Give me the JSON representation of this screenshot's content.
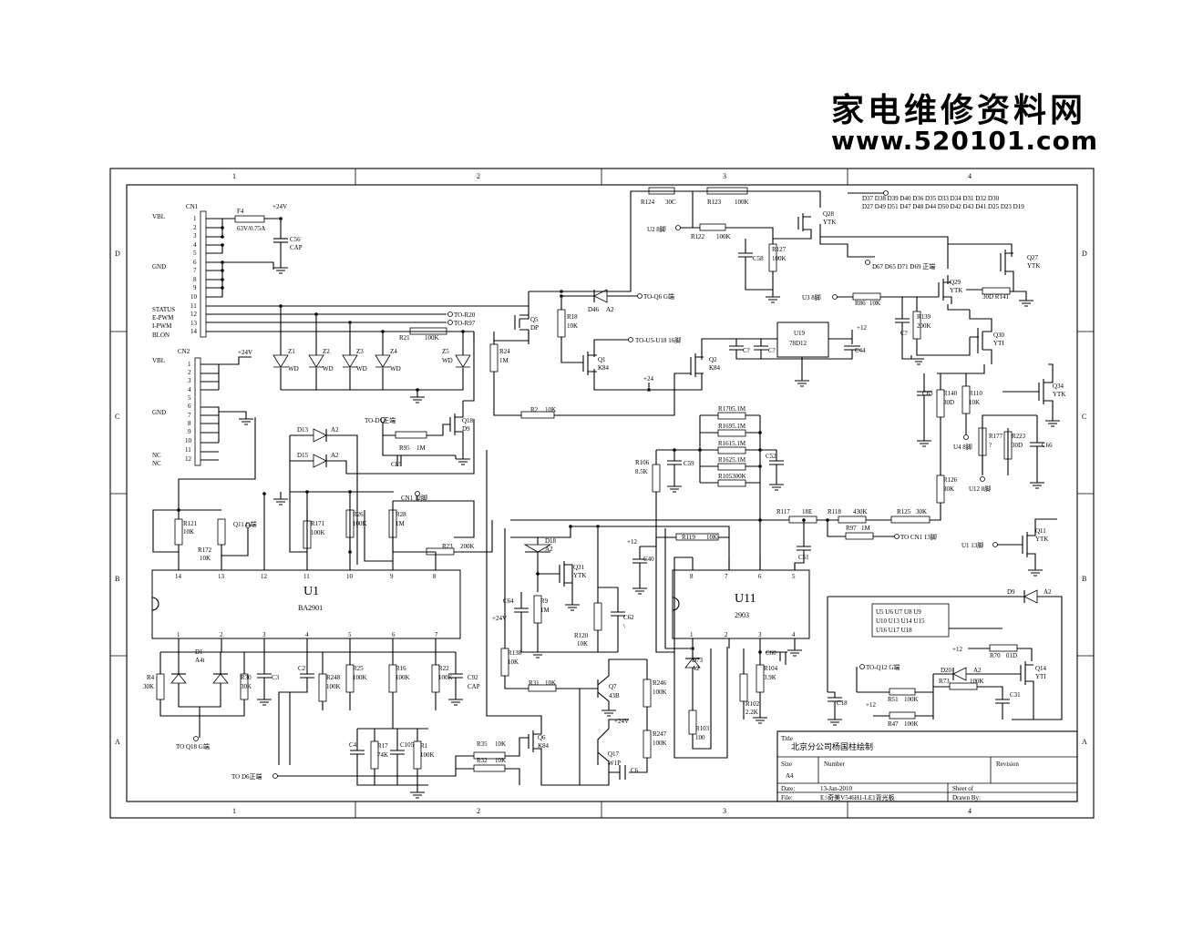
{
  "brand": {
    "name_cn": "家电维修资料网",
    "url": "www.520101.com"
  },
  "frame": {
    "columns": [
      "1",
      "2",
      "3",
      "4"
    ],
    "rows": [
      "D",
      "C",
      "B",
      "A"
    ]
  },
  "title_block": {
    "title_label": "Title",
    "title": "北京分公司杨国柱绘制",
    "size_label": "Size",
    "size": "A4",
    "number_label": "Number",
    "revision_label": "Revision",
    "date_label": "Date:",
    "date": "13-Jan-2010",
    "sheet_label": "Sheet    of",
    "file_label": "File:",
    "file": "E:\\奇美V546H1-LE1背光板",
    "drawn_label": "Drawn By:"
  },
  "connectors": {
    "cn1": {
      "name": "CN1",
      "pins": [
        "1",
        "2",
        "3",
        "4",
        "5",
        "6",
        "7",
        "8",
        "9",
        "10",
        "11",
        "12",
        "13",
        "14"
      ],
      "labels": [
        "VBL",
        "GND",
        "STATUS",
        "E-PWM",
        "I-PWM",
        "BLON"
      ]
    },
    "cn2": {
      "name": "CN2",
      "pins": [
        "1",
        "2",
        "3",
        "4",
        "5",
        "6",
        "7",
        "8",
        "9",
        "10",
        "11",
        "12"
      ],
      "labels": [
        "VBL",
        "GND",
        "NC",
        "NC"
      ]
    }
  },
  "ics": {
    "u1": {
      "ref": "U1",
      "part": "BA2901",
      "top_pins": [
        "14",
        "13",
        "12",
        "11",
        "10",
        "9",
        "8"
      ],
      "bottom_pins": [
        "1",
        "2",
        "3",
        "4",
        "5",
        "6",
        "7"
      ]
    },
    "u11": {
      "ref": "U11",
      "part": "2903",
      "top_pins": [
        "8",
        "7",
        "6",
        "5"
      ],
      "bottom_pins": [
        "1",
        "2",
        "3",
        "4"
      ]
    },
    "u19": {
      "ref": "U19",
      "part": "78D12"
    }
  },
  "nets": {
    "to_r20": "TO-R20",
    "to_r97": "TO-R97",
    "to_q6_g": "TO-Q6  G端",
    "to_u5": "TO-U5-U18 16脚",
    "u2_8": "U2  8脚",
    "u3_8": "U3  8脚",
    "to_d1": "TO-D1正端",
    "cn1_12": "CN1  12脚",
    "q11g": "Q11 G端",
    "to_cn1_13": "TO CN1 13脚",
    "u1_13": "U1  13脚",
    "to_q12": "TO-Q12  G端",
    "to_q18": "TO Q18 G端",
    "to_d6": "TO  D6正端",
    "u4_8": "U4  8脚",
    "u12_8": "U12  8脚",
    "d_list_1": "D37 D38 D39 D40 D36 D35 D33 D34 D31 D32 D30",
    "d_list_2": "D27 D49 D51 D47 D48 D44 D50 D42 D43 D41 D25 D23 D19",
    "d_list_3": "D67 D65 D71 D69 正端",
    "u_list_1": "U5 U6 U7 U8 U9",
    "u_list_2": "U10 U13 U14 U15",
    "u_list_3": "U16 U17 U18",
    "p24": "+24V",
    "p24b": "+24",
    "p12": "+12"
  },
  "components": {
    "f4": "F4",
    "f4v": "63V/0.75A",
    "c56": "C56",
    "c56v": "CAP",
    "z1": "Z1",
    "z2": "Z2",
    "z3": "Z3",
    "z4": "Z4",
    "z5": "Z5",
    "wd": "WD",
    "r21": "R21",
    "r21v": "100K",
    "r24": "R24",
    "r24v": "1M",
    "q5": "Q5",
    "q5v": "DP",
    "r18": "R18",
    "r18v": "10K",
    "d46": "D46",
    "d46v": "A2",
    "q1": "Q1",
    "q1v": "K84",
    "q2": "Q2",
    "q2v": "K84",
    "r2": "R2",
    "r2v": "10K",
    "q18": "Q18",
    "q18v": "D9",
    "r95": "R95",
    "r95v": "1M",
    "c85": "C85",
    "d13": "D13",
    "d15": "D15",
    "a2": "A2",
    "r124": "R124",
    "r124v": "30C",
    "r123": "R123",
    "r123v": "100K",
    "r122": "R122",
    "r122v": "100K",
    "c58": "C58",
    "r127": "R127",
    "r127v": "100K",
    "q28": "Q28",
    "ytk": "YTK",
    "yti": "YTI",
    "c_q": "C?",
    "c44": "C44",
    "r1705": "R1705.1M",
    "r1695": "R1695.1M",
    "r1615": "R1615.1M",
    "r1625": "R1625.1M",
    "r105": "R105300K",
    "c52": "C52",
    "c59": "C59",
    "r106": "R106",
    "r106v": "8.5K",
    "r86": "R86",
    "r86v": "10K",
    "r139": "R139",
    "r139v": "200K",
    "q27": "Q27",
    "q29": "Q29",
    "q30": "Q30",
    "q34": "Q34",
    "r141": "30D R141",
    "c63": "C63",
    "r140": "R140",
    "r140v": "30D",
    "r110": "R110",
    "r110v": "10K",
    "r177": "R177",
    "r177v": "?",
    "r223": "R223",
    "r223v": "30D",
    "c66": "C66",
    "r126": "R126",
    "r126v": "30K",
    "r117": "R117",
    "r117v": "18E",
    "r118": "R118",
    "r118v": "430K",
    "r125": "R125",
    "r125v": "30K",
    "r97": "R97",
    "r97v": "1M",
    "c51": "C51",
    "q11": "Q11",
    "r121": "R121",
    "r121v": "10K",
    "r172": "R172",
    "r172v": "10K",
    "r171": "R171",
    "r171v": "100K",
    "r26": "R26",
    "r26v": "100K",
    "r28": "R28",
    "r28v": "1M",
    "r23": "R23",
    "r23v": "200K",
    "d18": "D18",
    "q31": "Q31",
    "c64": "C64",
    "r9": "R9",
    "r9v": "1M",
    "r120": "R120",
    "r120v": "10K",
    "c62": "C62",
    "c62v": "\\",
    "c40": "C40",
    "r119": "R119",
    "r119v": "10K",
    "d1": "D1",
    "d1v": "A4t",
    "r4": "R4",
    "r4v": "30K",
    "r30": "R30",
    "r30v": "30K",
    "c3": "C3",
    "c2": "C2",
    "r248": "R248",
    "r248v": "100K",
    "r25": "R25",
    "r25v": "100K",
    "r16": "R16",
    "r16v": "100K",
    "r22": "R22",
    "r22v": "100K",
    "c92": "C92",
    "c92v": "CAP",
    "c4": "C4",
    "r17": "R17",
    "r17v": "74K",
    "c105": "C105",
    "r1": "R1",
    "r1v": "100K",
    "r138": "R138",
    "r138v": "10K",
    "r31": "R31",
    "r31v": "10K",
    "q7": "Q7",
    "q7v": "43B",
    "q17": "Q17",
    "q17v": "W1P",
    "c6": "C6",
    "r246": "R246",
    "r246v": "100K",
    "r247": "R247",
    "r247v": "100K",
    "r35": "R35",
    "r35v": "10K",
    "r32": "R32",
    "r32v": "10K",
    "q6": "Q6",
    "q6v": "K84",
    "d73": "D73",
    "r103": "R103",
    "r103v": "100",
    "r102": "R102",
    "r102v": "2.2K",
    "r104": "R104",
    "r104v": "3.9K",
    "c60": "C60",
    "d9": "D9",
    "r70": "R70",
    "r70v": "01D",
    "q14": "Q14",
    "d20": "D20",
    "r73": "R73",
    "r73v": "100K",
    "c31": "C31",
    "c18": "C18",
    "r51": "R51",
    "r51v": "100K",
    "r47": "R47",
    "r47v": "100K"
  }
}
